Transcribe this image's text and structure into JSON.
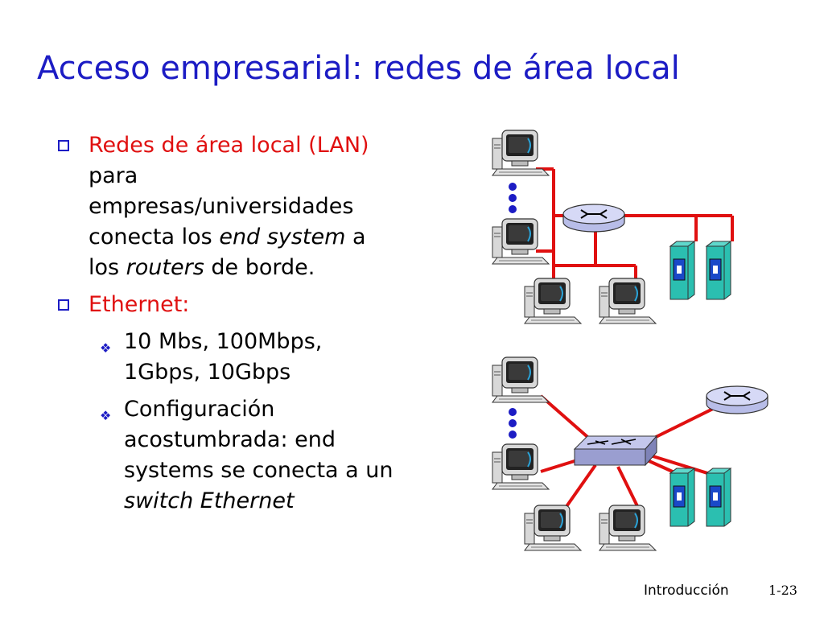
{
  "title": "Acceso empresarial: redes de área local",
  "bullets": {
    "b1": {
      "red": "Redes de área local (LAN)",
      "l1": "para",
      "l2": "empresas/universidades",
      "l3a": "conecta los ",
      "l3b": "end system",
      "l3c": " a",
      "l4a": "los ",
      "l4b": "routers",
      "l4c": " de borde."
    },
    "b2": {
      "red": "Ethernet:"
    },
    "s1": {
      "l1": "10 Mbs, 100Mbps,",
      "l2": "1Gbps, 10Gbps"
    },
    "s2": {
      "l1": "Configuración",
      "l2": "acostumbrada: end",
      "l3": "systems se conecta a un",
      "l4": "switch Ethernet"
    }
  },
  "footer": {
    "section": "Introducción",
    "page": "1-23"
  },
  "colors": {
    "title": "#1c1cc4",
    "highlight": "#e01010",
    "link": "#e01010",
    "server": "#2bbfb0"
  },
  "icons": [
    "desktop-pc-icon",
    "router-icon",
    "switch-icon",
    "server-icon",
    "ellipsis-dots-icon"
  ]
}
